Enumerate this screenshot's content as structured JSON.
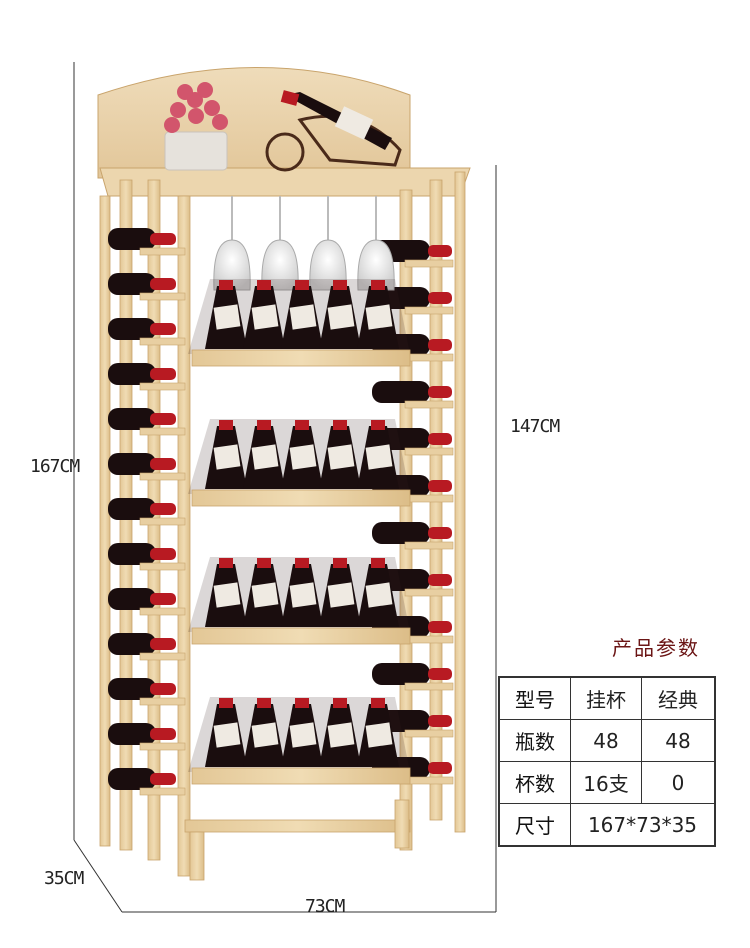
{
  "dimensions": {
    "height_total": "167CM",
    "height_inner": "147CM",
    "depth": "35CM",
    "width": "73CM"
  },
  "spec_table": {
    "title": "产品参数",
    "header": [
      "型号",
      "挂杯",
      "经典"
    ],
    "rows": [
      {
        "label": "瓶数",
        "values": [
          "48",
          "48"
        ]
      },
      {
        "label": "杯数",
        "values": [
          "16支",
          "0"
        ]
      },
      {
        "label": "尺寸",
        "merged_value": "167*73*35"
      }
    ]
  },
  "photo": {
    "subject": "wine-rack-photo",
    "colors": {
      "wood": "#ead3a8",
      "wood_dark": "#c9a46c",
      "bottle": "#1a0d0e",
      "capsule": "#b81a22",
      "label": "#efeae2"
    }
  }
}
